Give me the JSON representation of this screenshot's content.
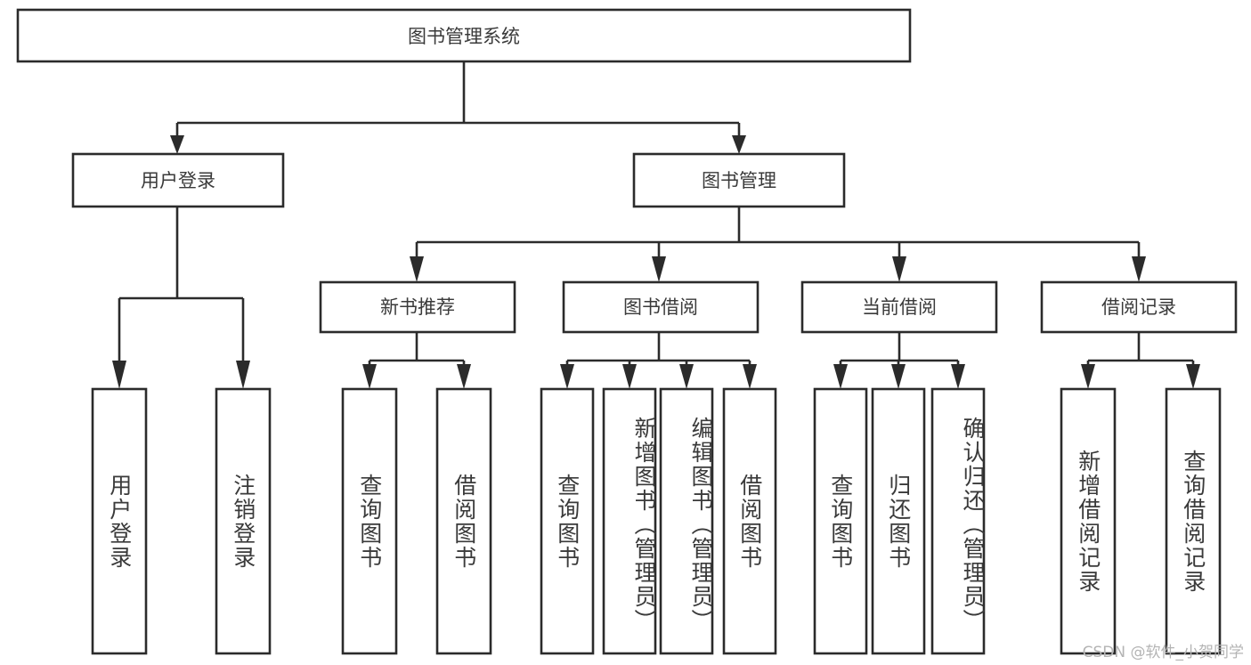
{
  "diagram": {
    "type": "tree",
    "title": "图书管理系统",
    "watermark": "CSDN @软件_小贺同学",
    "colors": {
      "box_stroke": "#2b2b2b",
      "box_fill": "#ffffff",
      "text": "#3a3a3a",
      "connector": "#2b2b2b",
      "background": "#ffffff",
      "watermark": "#b4b4b4"
    },
    "root": {
      "label": "图书管理系统"
    },
    "level2": [
      {
        "label": "用户登录"
      },
      {
        "label": "图书管理"
      }
    ],
    "level3": [
      {
        "label": "新书推荐"
      },
      {
        "label": "图书借阅"
      },
      {
        "label": "当前借阅"
      },
      {
        "label": "借阅记录"
      }
    ],
    "leaves": {
      "user_login": [
        {
          "label": "用户登录"
        },
        {
          "label": "注销登录"
        }
      ],
      "new_book_recommend": [
        {
          "label": "查询图书"
        },
        {
          "label": "借阅图书"
        }
      ],
      "book_borrow": [
        {
          "label": "查询图书"
        },
        {
          "label": "新增图书（管理员）"
        },
        {
          "label": "编辑图书（管理员）"
        },
        {
          "label": "借阅图书"
        }
      ],
      "current_borrow": [
        {
          "label": "查询图书"
        },
        {
          "label": "归还图书"
        },
        {
          "label": "确认归还（管理员）"
        }
      ],
      "borrow_record": [
        {
          "label": "新增借阅记录"
        },
        {
          "label": "查询借阅记录"
        }
      ]
    }
  }
}
